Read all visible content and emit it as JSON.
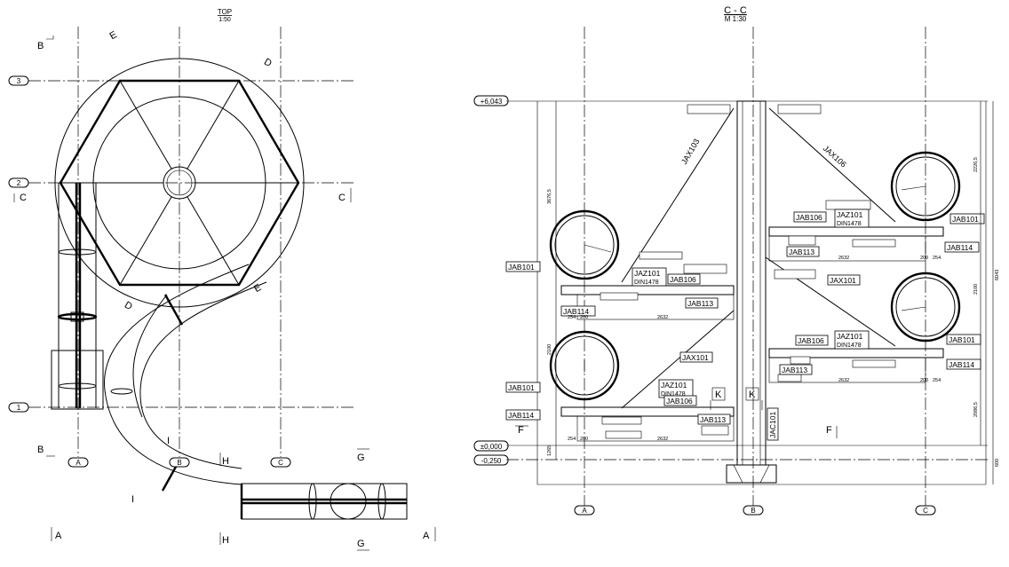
{
  "top_view": {
    "title": "TOP",
    "scale": "1:50",
    "grid_rows": [
      "3",
      "2",
      "1"
    ],
    "grid_cols": [
      "A",
      "B",
      "C"
    ],
    "section_marks": [
      "B",
      "E",
      "D",
      "C",
      "C",
      "E",
      "D",
      "B",
      "I",
      "I",
      "H",
      "H",
      "G",
      "G",
      "A",
      "A"
    ]
  },
  "section_view": {
    "title": "C - C",
    "scale": "M 1:30",
    "levels": [
      "+6,043",
      "±0,000",
      "-0,250"
    ],
    "grid_cols": [
      "A",
      "B",
      "C"
    ],
    "labels": {
      "jax103": "JAX103",
      "jax106": "JAX106",
      "jab106_a": "JAB106",
      "jaz101_a": "JAZ101",
      "din_a": "DIN1478",
      "jab101_r1": "JAB101",
      "jab113_a": "JAB113",
      "jab114_r1": "JAB114",
      "jab101_l1": "JAB101",
      "jaz101_b": "JAZ101",
      "din_b": "DIN1478",
      "jab106_b": "JAB106",
      "jab114_l1": "JAB114",
      "jab113_b": "JAB113",
      "jax101_a": "JAX101",
      "jab106_c": "JAB106",
      "jaz101_c": "JAZ101",
      "din_c": "DIN1478",
      "jab101_r2": "JAB101",
      "jab113_c": "JAB113",
      "jab114_r2": "JAB114",
      "jax101_b": "JAX101",
      "jab101_l2": "JAB101",
      "jaz101_d": "JAZ101",
      "din_d": "DIN1478",
      "jab106_d": "JAB106",
      "jab114_l2": "JAB114",
      "jab113_d": "JAB113",
      "jac101": "JAC101"
    },
    "section_marks": [
      "K",
      "K",
      "F",
      "F"
    ],
    "dims": [
      "254",
      "200",
      "2632",
      "254",
      "200",
      "2632",
      "2632",
      "200",
      "254",
      "2632",
      "200",
      "254",
      "2100",
      "1265",
      "2100",
      "2226,5",
      "2086,5",
      "600",
      "6043",
      "3676,5"
    ]
  }
}
